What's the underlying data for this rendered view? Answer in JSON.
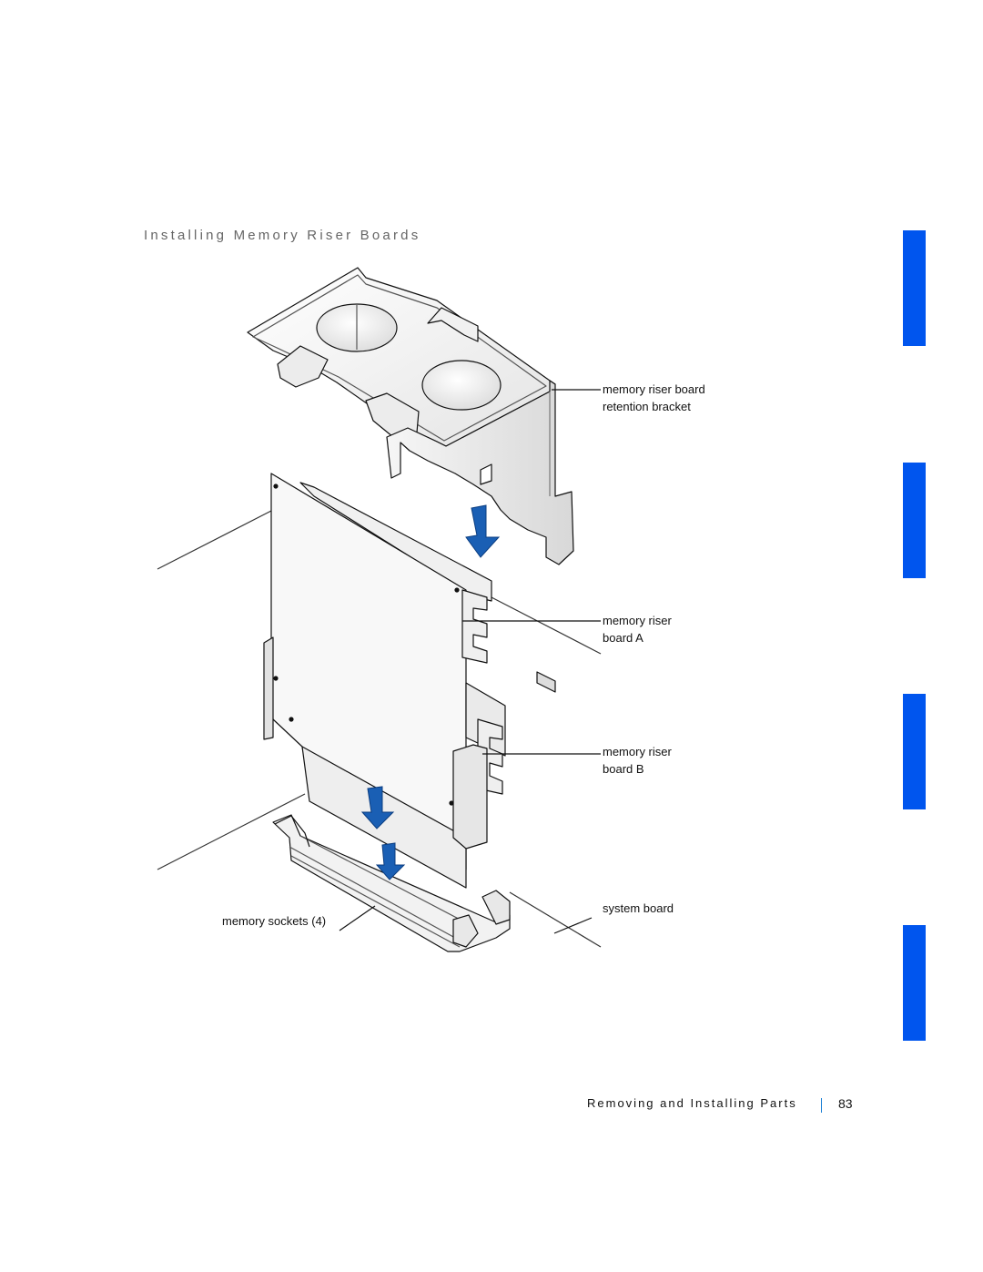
{
  "section_title": "Installing Memory Riser Boards",
  "callouts": {
    "bracket_line1": "memory riser board",
    "bracket_line2": "retention bracket",
    "board_a_line1": "memory riser",
    "board_a_line2": "board A",
    "board_b_line1": "memory riser",
    "board_b_line2": "board B",
    "system_board": "system board",
    "memory_sockets": "memory sockets (4)"
  },
  "footer": {
    "chapter": "Removing and Installing Parts",
    "page_number": "83"
  },
  "colors": {
    "tab_blue": "#0055ee",
    "arrow_blue": "#1a5fb4",
    "separator_blue": "#1a7fd4"
  }
}
